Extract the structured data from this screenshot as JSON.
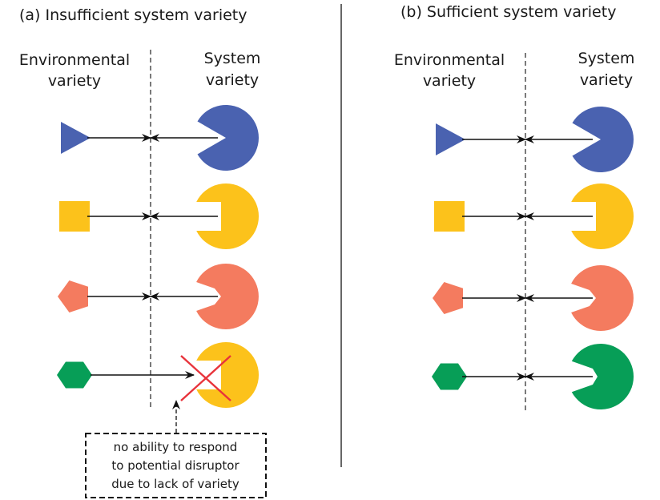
{
  "panels": [
    {
      "title": "(a) Insufficient system variety",
      "env_label": [
        "Environmental",
        "variety"
      ],
      "sys_label": [
        "System",
        "variety"
      ],
      "rows": [
        {
          "env_shape": "triangle",
          "env_color": "#4a62b0",
          "sys_notch": "v-notch",
          "sys_color": "#4a62b0",
          "matched": true
        },
        {
          "env_shape": "square",
          "env_color": "#fcc21b",
          "sys_notch": "square-notch",
          "sys_color": "#fcc21b",
          "matched": true
        },
        {
          "env_shape": "pentagon",
          "env_color": "#f47b5f",
          "sys_notch": "pentagon-notch",
          "sys_color": "#f47b5f",
          "matched": true
        },
        {
          "env_shape": "hexagon",
          "env_color": "#079e57",
          "sys_notch": "square-notch",
          "sys_color": "#fcc21b",
          "matched": false
        }
      ],
      "callout": [
        "no ability to respond",
        "to potential disruptor",
        "due to lack of variety"
      ],
      "cross_color": "#e8333b"
    },
    {
      "title": "(b) Sufficient system variety",
      "env_label": [
        "Environmental",
        "variety"
      ],
      "sys_label": [
        "System",
        "variety"
      ],
      "rows": [
        {
          "env_shape": "triangle",
          "env_color": "#4a62b0",
          "sys_notch": "v-notch",
          "sys_color": "#4a62b0",
          "matched": true
        },
        {
          "env_shape": "square",
          "env_color": "#fcc21b",
          "sys_notch": "square-notch",
          "sys_color": "#fcc21b",
          "matched": true
        },
        {
          "env_shape": "pentagon",
          "env_color": "#f47b5f",
          "sys_notch": "pentagon-notch",
          "sys_color": "#f47b5f",
          "matched": true
        },
        {
          "env_shape": "hexagon",
          "env_color": "#079e57",
          "sys_notch": "hexagon-notch",
          "sys_color": "#079e57",
          "matched": true
        }
      ]
    }
  ]
}
